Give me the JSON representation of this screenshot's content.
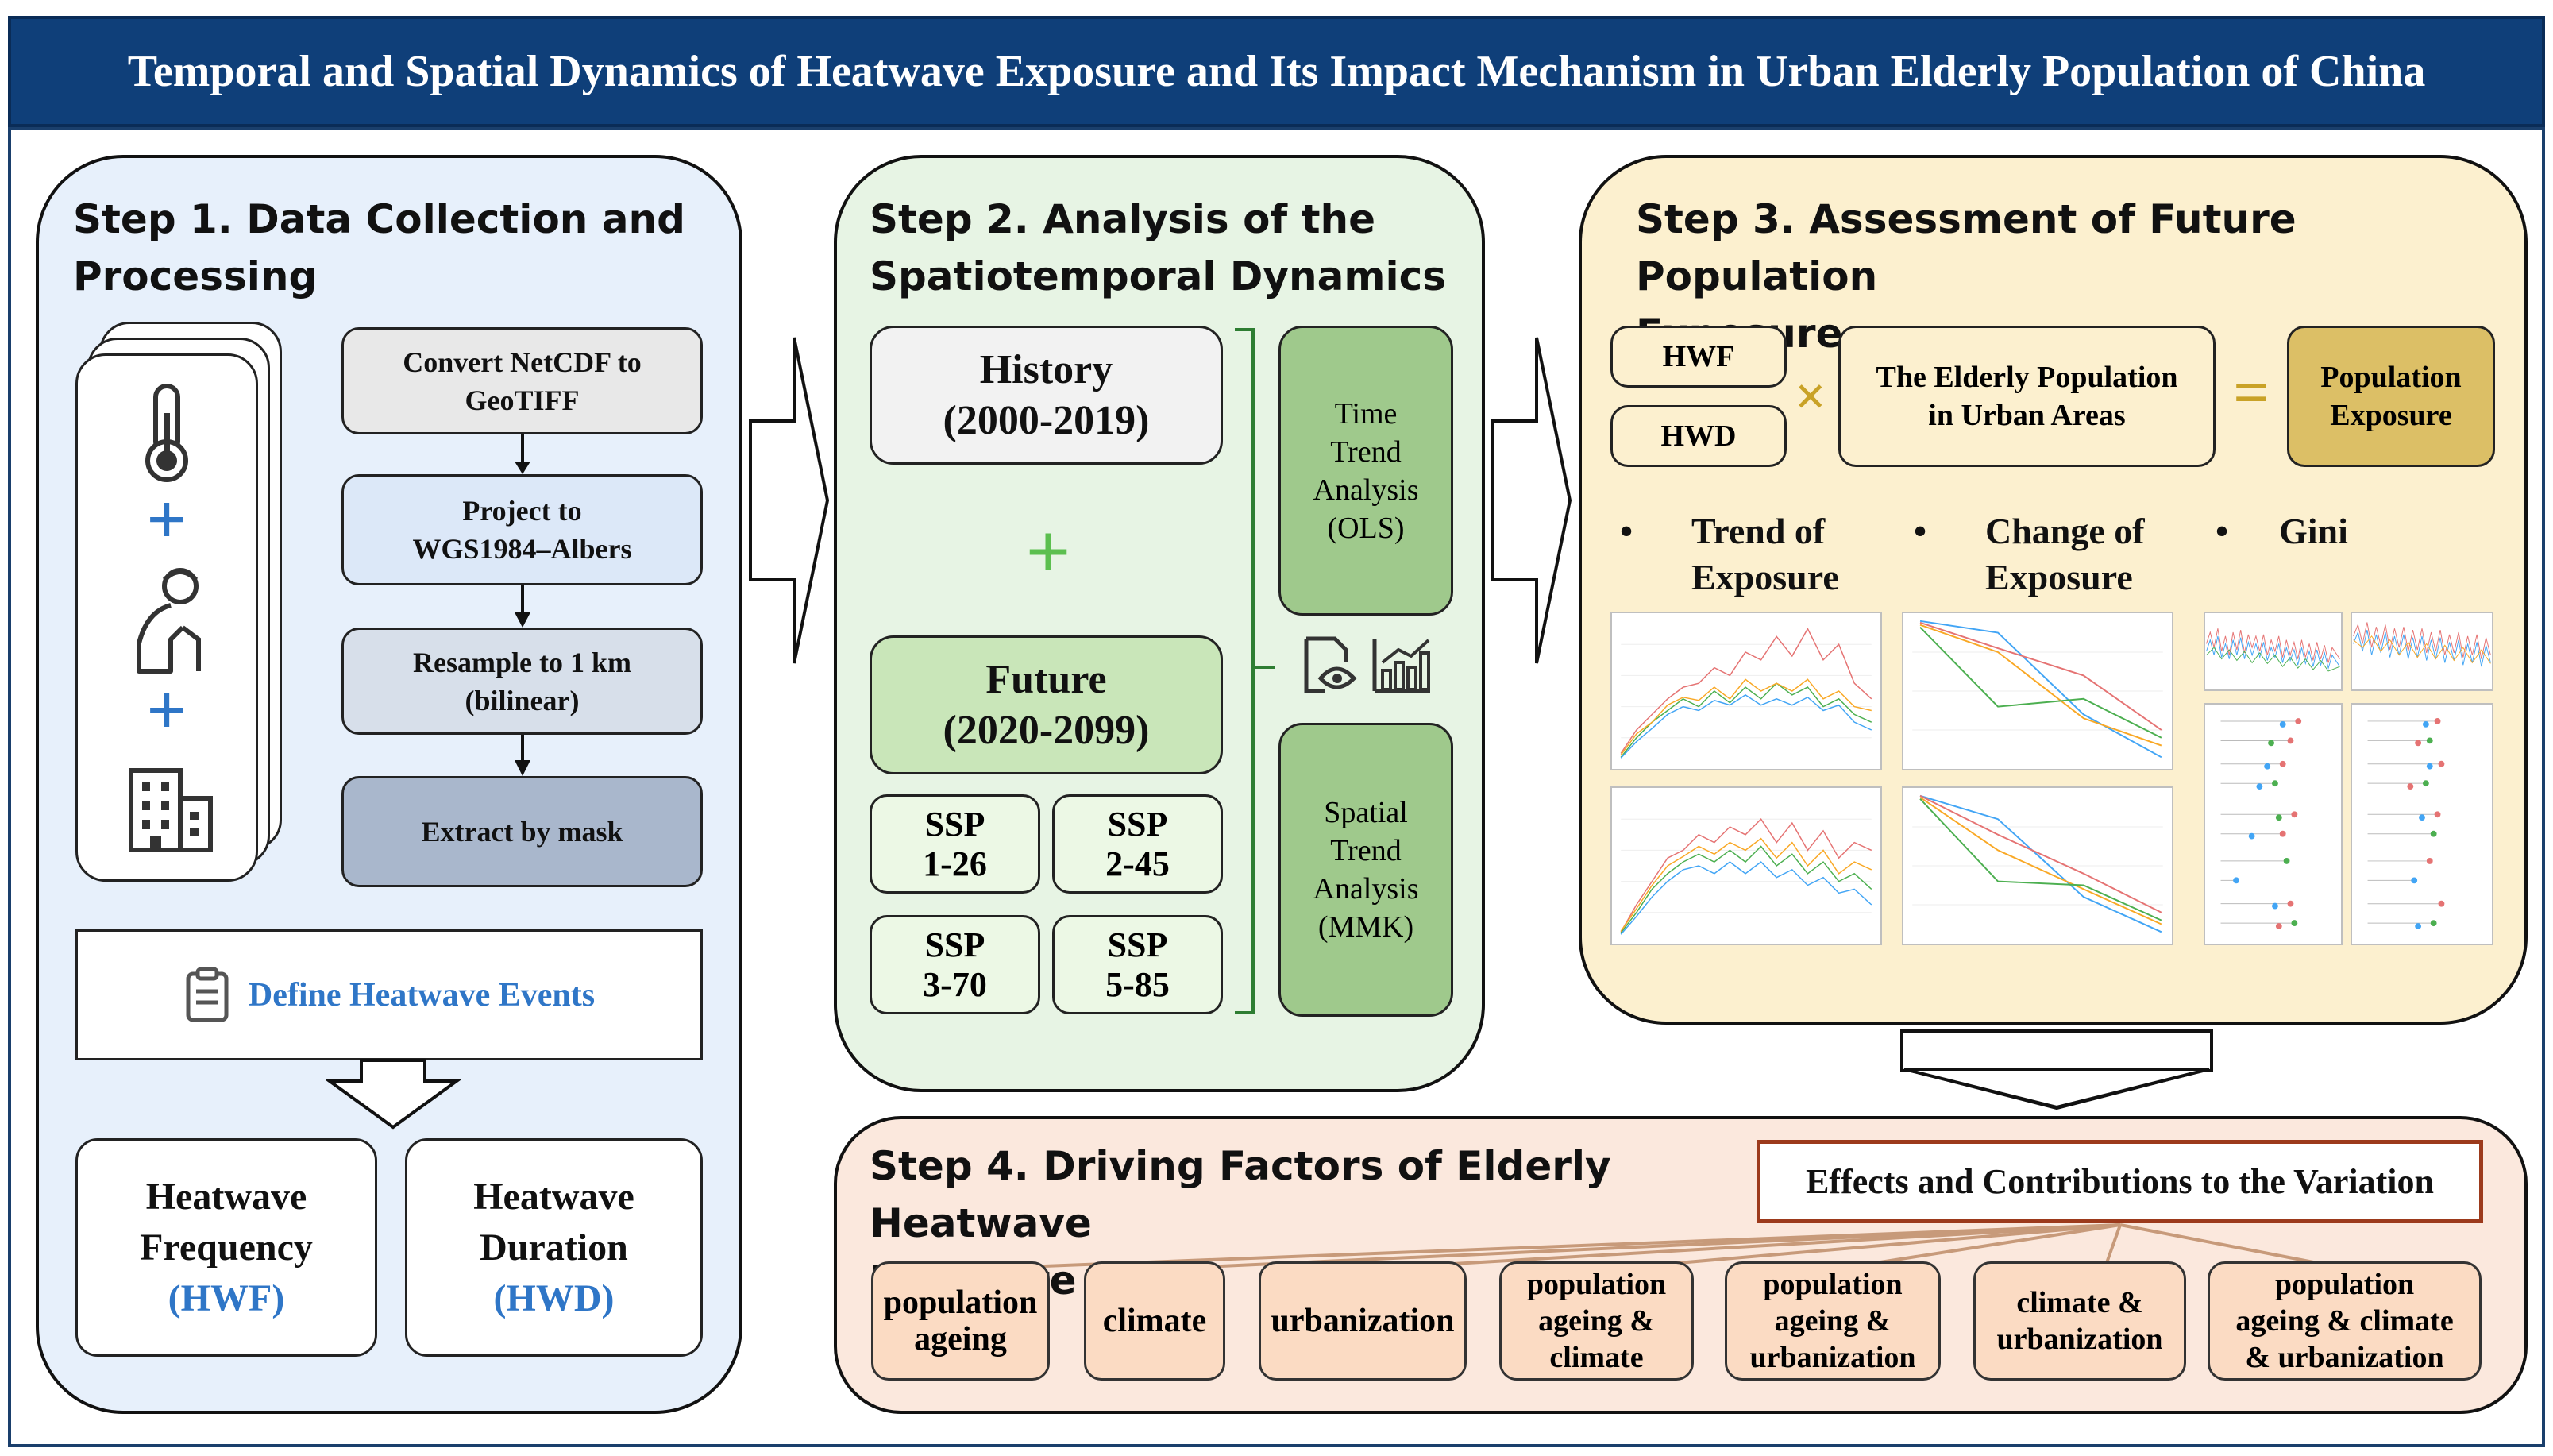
{
  "title": "Temporal and Spatial Dynamics of Heatwave Exposure and Its Impact Mechanism in Urban Elderly Population of China",
  "step1": {
    "heading_num": "Step 1.",
    "heading_rest_1": "Data Collection  and",
    "heading_rest_2": "Processing",
    "plus_signs": [
      "+",
      "+"
    ],
    "process_steps": [
      {
        "line1": "Convert NetCDF to",
        "line2": "GeoTIFF"
      },
      {
        "line1": "Project to",
        "line2": "WGS1984–Albers"
      },
      {
        "line1": "Resample to 1 km",
        "line2": "(bilinear)"
      },
      {
        "line1": "Extract by mask",
        "line2": ""
      }
    ],
    "define_label": "Define Heatwave Events",
    "outputs": [
      {
        "line1": "Heatwave",
        "line2": "Frequency",
        "abbr": "(HWF)"
      },
      {
        "line1": "Heatwave",
        "line2": "Duration",
        "abbr": "(HWD)"
      }
    ]
  },
  "step2": {
    "heading_num": "Step 2.",
    "heading_rest_1": "Analysis of the",
    "heading_rest_2": "Spatiotemporal Dynamics",
    "history": {
      "line1": "History",
      "line2": "(2000-2019)"
    },
    "plus": "+",
    "future": {
      "line1": "Future",
      "line2": "(2020-2099)"
    },
    "ssp": [
      {
        "line1": "SSP",
        "line2": "1-26"
      },
      {
        "line1": "SSP",
        "line2": "2-45"
      },
      {
        "line1": "SSP",
        "line2": "3-70"
      },
      {
        "line1": "SSP",
        "line2": "5-85"
      }
    ],
    "time_trend": [
      "Time",
      "Trend",
      "Analysis",
      "(OLS)"
    ],
    "spatial_trend": [
      "Spatial",
      "Trend",
      "Analysis",
      "(MMK)"
    ]
  },
  "step3": {
    "heading_num": "Step 3.",
    "heading_rest_1": "Assessment of Future Population",
    "heading_rest_2": "Exposure",
    "hwf": "HWF",
    "hwd": "HWD",
    "times_sign": "×",
    "elderly": {
      "line1": "The Elderly Population",
      "line2": "in Urban Areas"
    },
    "equals_sign": "=",
    "exposure": {
      "line1": "Population",
      "line2": "Exposure"
    },
    "bullets": [
      {
        "line1": "Trend of",
        "line2": "Exposure"
      },
      {
        "line1": "Change of",
        "line2": "Exposure"
      },
      {
        "line1": "Gini",
        "line2": ""
      }
    ],
    "bullet_char": "•"
  },
  "step4": {
    "heading_num": "Step 4.",
    "heading_rest_1": "Driving Factors of Elderly Heatwave",
    "heading_rest_2": "Exposure",
    "effects_label": "Effects and Contributions to the Variation",
    "factors": [
      {
        "line1": "population",
        "line2": "ageing",
        "line3": ""
      },
      {
        "line1": "climate",
        "line2": "",
        "line3": ""
      },
      {
        "line1": "urbanization",
        "line2": "",
        "line3": ""
      },
      {
        "line1": "population",
        "line2": "ageing  &",
        "line3": "climate"
      },
      {
        "line1": "population",
        "line2": "ageing &",
        "line3": "urbanization"
      },
      {
        "line1": "climate &",
        "line2": "urbanization",
        "line3": ""
      },
      {
        "line1": "population",
        "line2": "ageing & climate",
        "line3": "& urbanization"
      }
    ]
  },
  "icons": [
    "thermometer-icon",
    "plus-icon",
    "elderly-person-icon",
    "building-icon",
    "document-icon",
    "eye-document-icon",
    "bar-chart-icon",
    "multiply-icon",
    "equals-icon"
  ],
  "colors": {
    "title_bg": "#0f3f79",
    "panel1": "#e7f0fb",
    "panel2": "#e7f4e4",
    "panel3": "#fcf0cf",
    "panel4": "#fbe8dd",
    "accent_blue": "#2f76c7",
    "accent_gold": "#c9a227",
    "factor_fill": "#fbdbc3",
    "effects_border": "#9c3a1c"
  }
}
